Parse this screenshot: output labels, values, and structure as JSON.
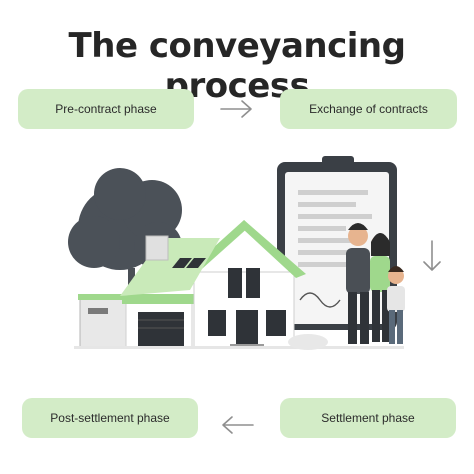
{
  "title": "The conveyancing process",
  "colors": {
    "box": "#d3ecc7",
    "accent": "#9fd88c",
    "arrow": "#8f8f8f",
    "text": "#262626"
  },
  "phases": [
    {
      "label": "Pre-contract phase"
    },
    {
      "label": "Exchange of contracts"
    },
    {
      "label": "Settlement phase"
    },
    {
      "label": "Post-settlement phase"
    }
  ],
  "arrows": [
    "arrow-right-icon",
    "arrow-down-icon",
    "arrow-left-icon"
  ],
  "illustration": "house-family-contract-illustration"
}
